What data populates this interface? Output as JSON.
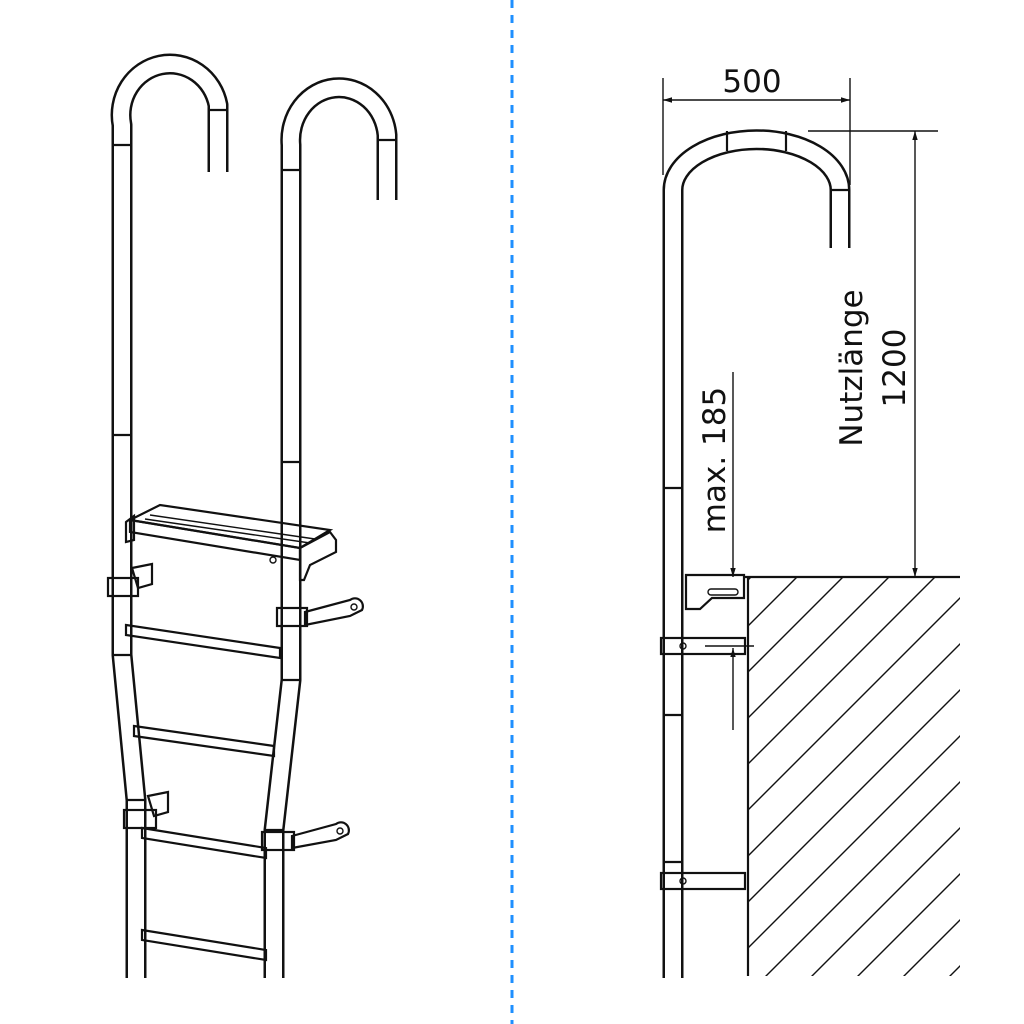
{
  "dimensions": {
    "width_label": "500",
    "usable_length_label": "Nutzlänge",
    "usable_length_value": "1200",
    "max_distance_label": "max. 185"
  },
  "colors": {
    "divider": "#1e8fff",
    "lines": "#111111"
  }
}
